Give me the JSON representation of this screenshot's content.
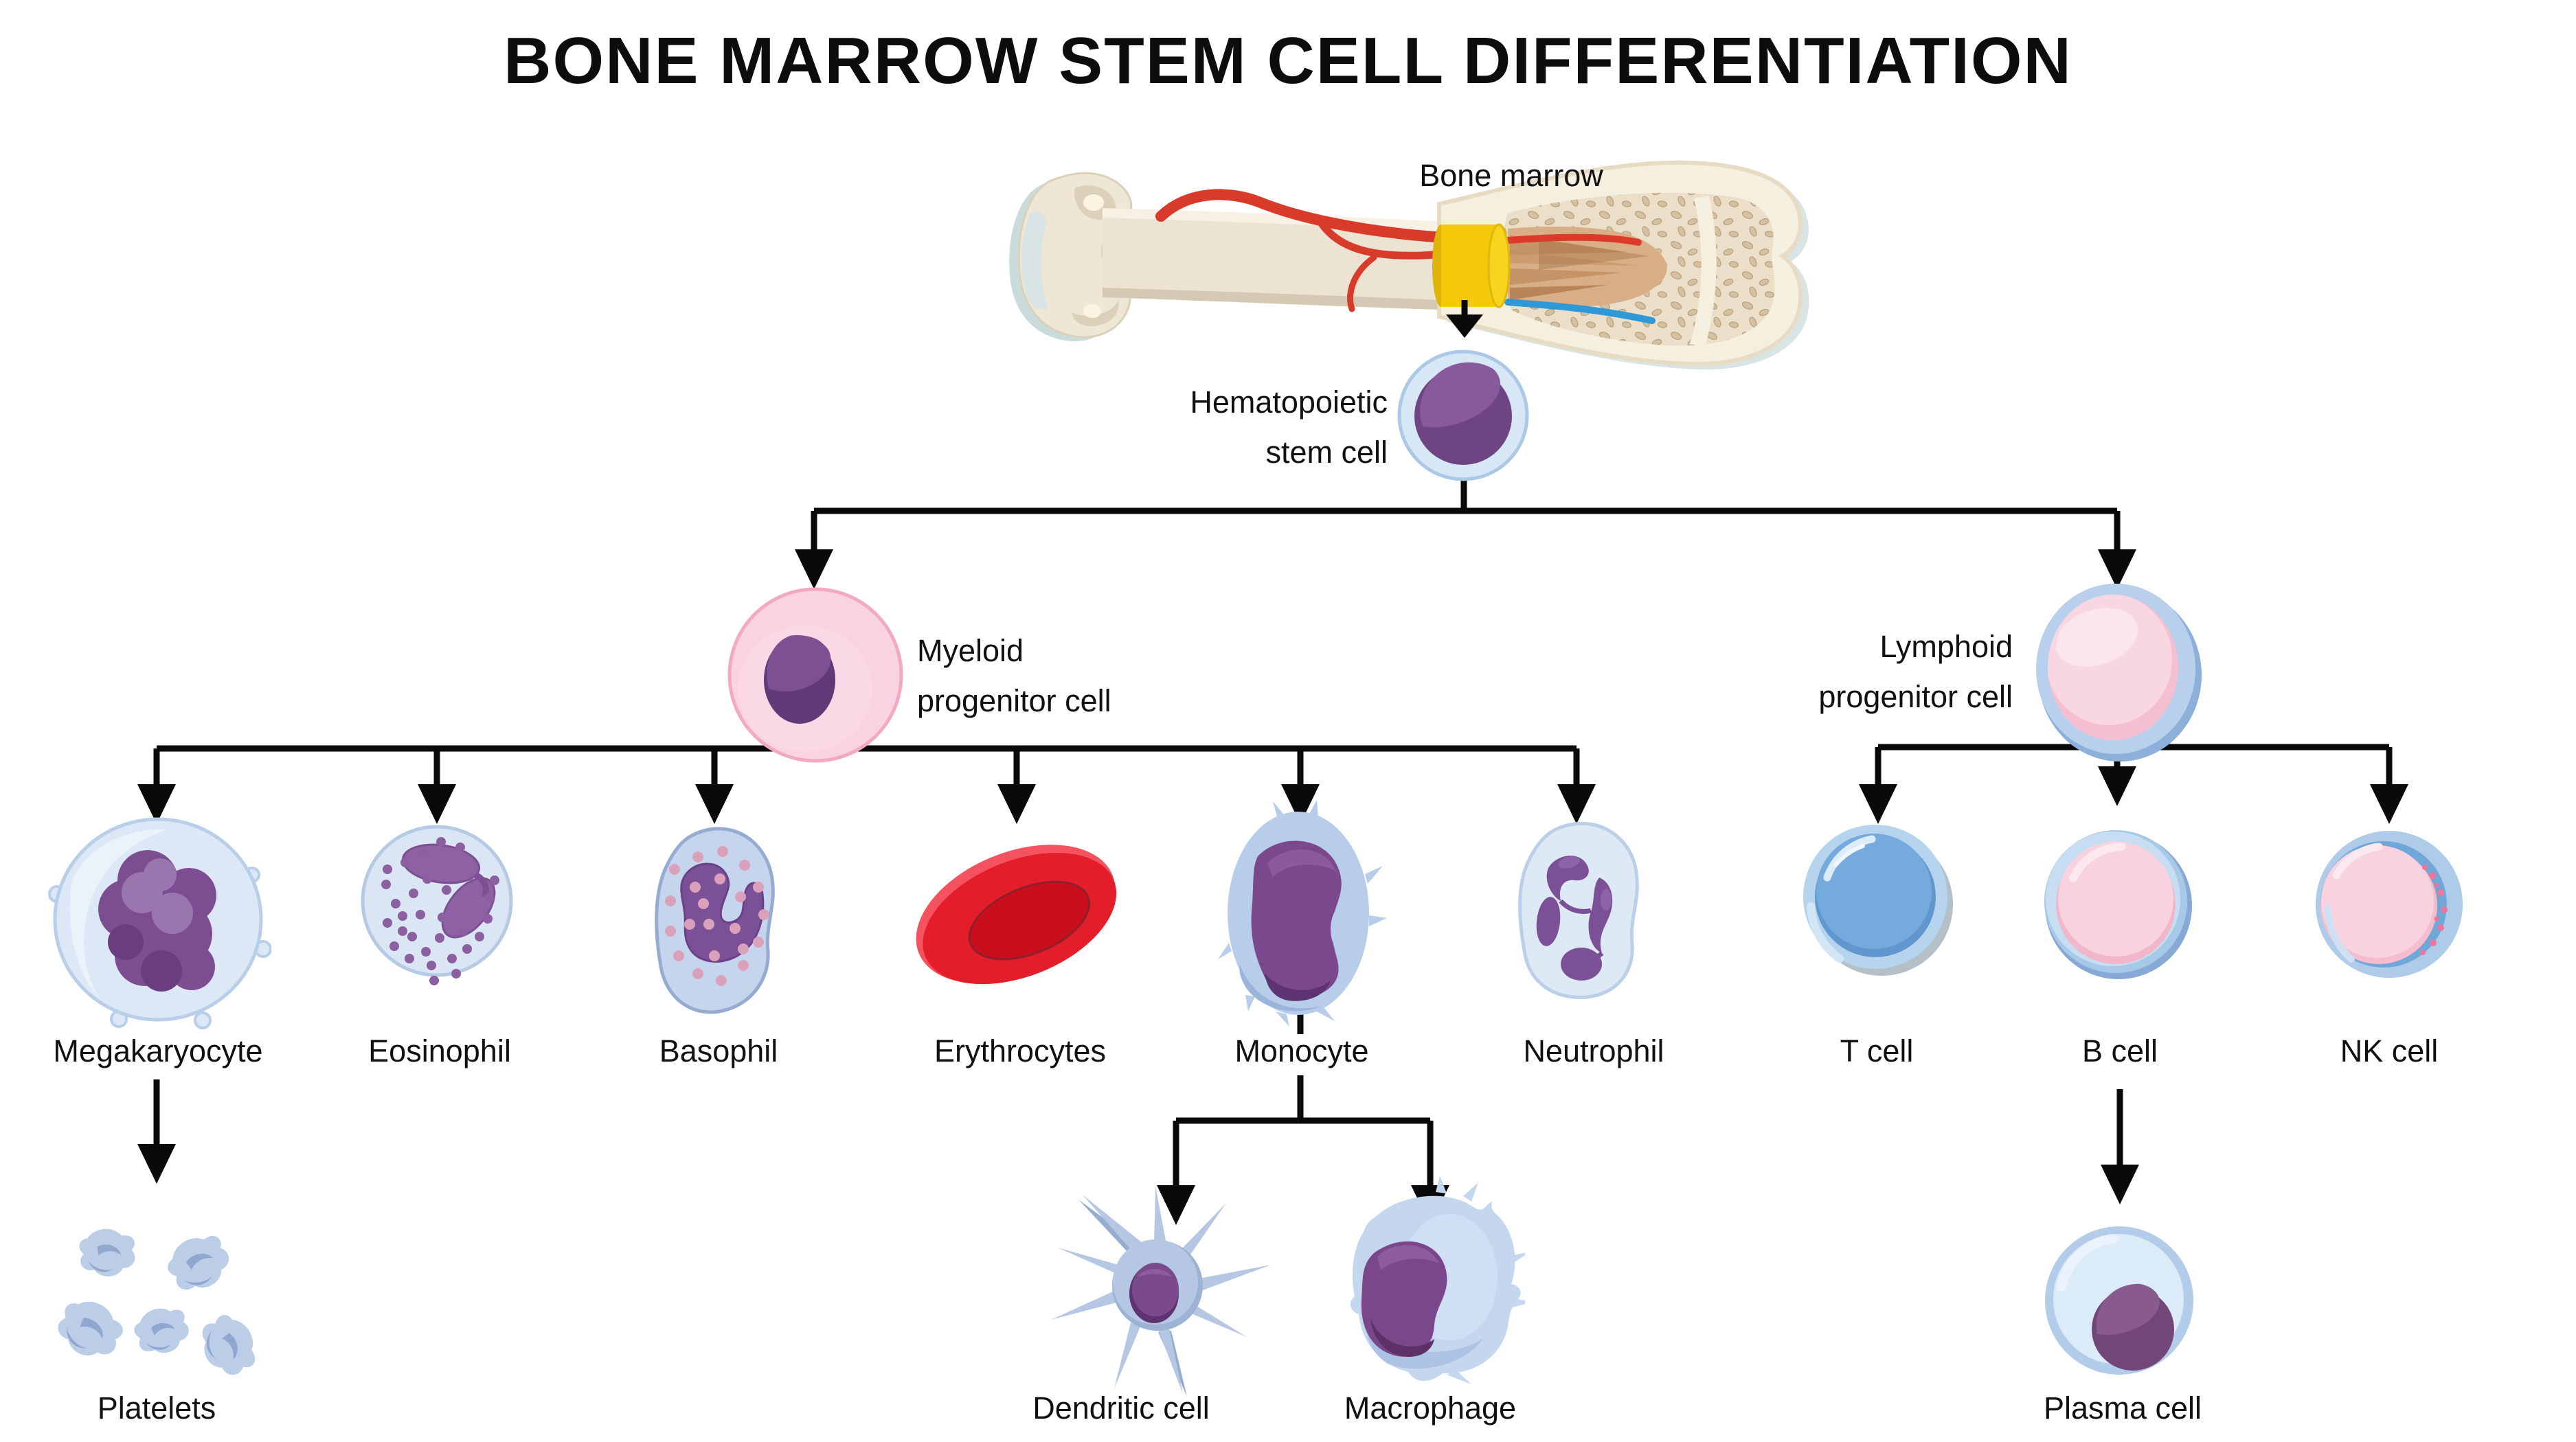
{
  "title": "BONE MARROW STEM CELL DIFFERENTIATION",
  "labels": {
    "bone_marrow": "Bone marrow",
    "hsc_line1": "Hematopoietic",
    "hsc_line2": "stem cell",
    "myeloid_line1": "Myeloid",
    "myeloid_line2": "progenitor cell",
    "lymphoid_line1": "Lymphoid",
    "lymphoid_line2": "progenitor cell",
    "megakaryocyte": "Megakaryocyte",
    "eosinophil": "Eosinophil",
    "basophil": "Basophil",
    "erythrocytes": "Erythrocytes",
    "monocyte": "Monocyte",
    "neutrophil": "Neutrophil",
    "t_cell": "T cell",
    "b_cell": "B cell",
    "nk_cell": "NK cell",
    "platelets": "Platelets",
    "dendritic_cell": "Dendritic cell",
    "macrophage": "Macrophage",
    "plasma_cell": "Plasma cell"
  },
  "colors": {
    "background": "#ffffff",
    "line_color": "#0a0a0a",
    "text_color": "#111111",
    "nucleus_purple": "#7b4a8c",
    "cell_blue_light": "#dce8f6",
    "cell_blue": "#b7cde9",
    "cell_pink": "#f8d3df",
    "progenitor_pink": "#f9d3e1",
    "erythrocyte_red": "#e41d2b",
    "marrow_yellow": "#f4c90a",
    "vessel_red": "#d93b2b",
    "vessel_blue": "#2f99d7",
    "bone_cream": "#ece3d2",
    "t_cell_blue": "#74aadc"
  }
}
